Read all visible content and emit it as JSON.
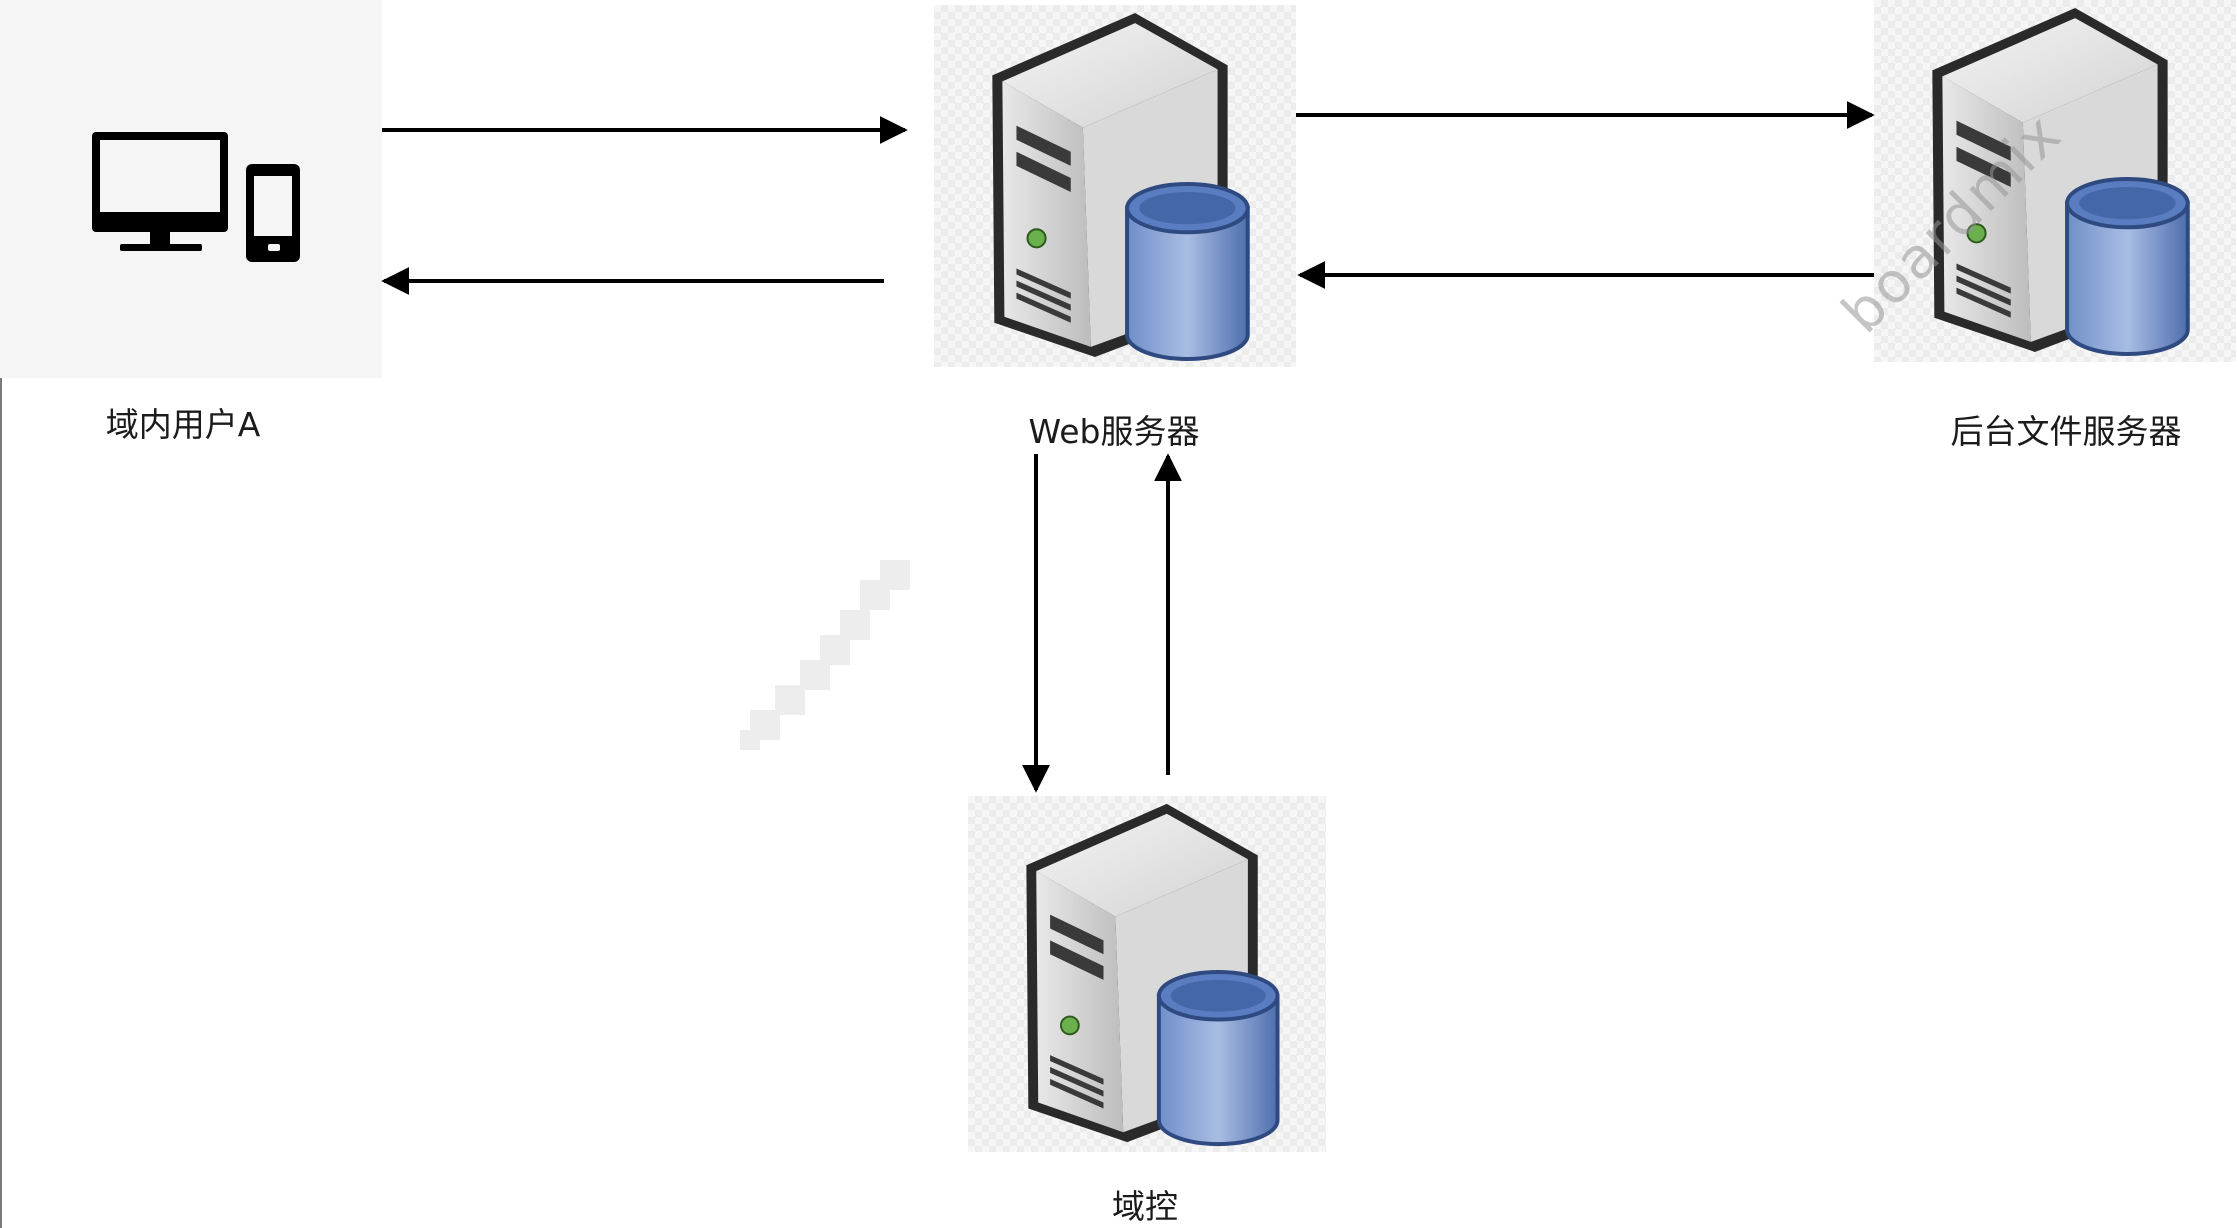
{
  "nodes": {
    "user": {
      "label": "域内用户A",
      "icon": "desktop-and-phone-icon"
    },
    "web_server": {
      "label": "Web服务器",
      "icon": "server-database-icon"
    },
    "file_server": {
      "label": "后台文件服务器",
      "icon": "server-database-icon"
    },
    "domain_controller": {
      "label": "域控",
      "icon": "server-database-icon"
    }
  },
  "edges": [
    {
      "from": "user",
      "to": "web_server"
    },
    {
      "from": "web_server",
      "to": "user"
    },
    {
      "from": "web_server",
      "to": "file_server"
    },
    {
      "from": "file_server",
      "to": "web_server"
    },
    {
      "from": "web_server",
      "to": "domain_controller"
    },
    {
      "from": "domain_controller",
      "to": "web_server"
    }
  ],
  "watermark": {
    "text": "boardmix"
  },
  "colors": {
    "arrow": "#000000",
    "db_blue": "#4f72b3",
    "led_green": "#6ab04c"
  }
}
